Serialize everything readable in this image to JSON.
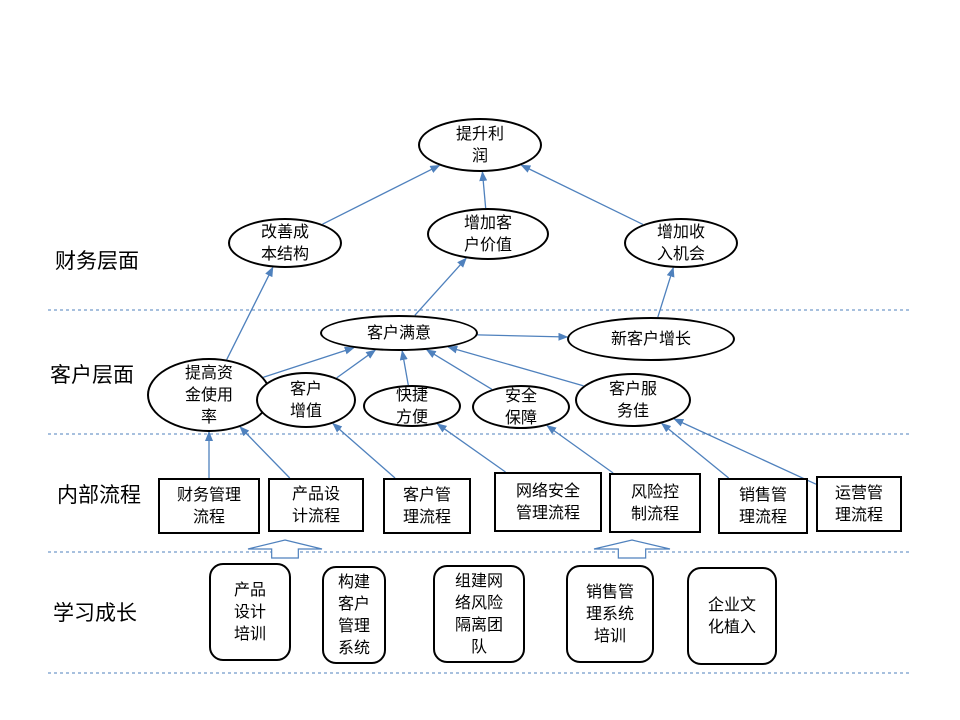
{
  "layers": [
    {
      "id": "financial",
      "label": "财务层面"
    },
    {
      "id": "customer",
      "label": "客户层面"
    },
    {
      "id": "internal",
      "label": "内部流程"
    },
    {
      "id": "learning",
      "label": "学习成长"
    }
  ],
  "nodes": {
    "profit": "提升利\n润",
    "cost": "改善成\n本结构",
    "cvalue": "增加客\n户价值",
    "income": "增加收\n入机会",
    "satisfaction": "客户满意",
    "newcust": "新客户增长",
    "capital": "提高资\n金使用\n率",
    "addvalue": "客户\n增值",
    "fast": "快捷\n方便",
    "safety": "安全\n保障",
    "service": "客户服\n务佳",
    "p_finance": "财务管理\n流程",
    "p_design": "产品设\n计流程",
    "p_customer": "客户管\n理流程",
    "p_netsec": "网络安全\n管理流程",
    "p_risk": "风险控\n制流程",
    "p_sales": "销售管\n理流程",
    "p_ops": "运营管\n理流程",
    "l_design": "产品\n设计\n培训",
    "l_crm": "构建\n客户\n管理\n系统",
    "l_risk": "组建网\n络风险\n隔离团\n队",
    "l_sales": "销售管\n理系统\n培训",
    "l_culture": "企业文\n化植入"
  },
  "edges": [
    {
      "from": "cost",
      "to": "profit"
    },
    {
      "from": "cvalue",
      "to": "profit"
    },
    {
      "from": "income",
      "to": "profit"
    },
    {
      "from": "capital",
      "to": "cost"
    },
    {
      "from": "satisfaction",
      "to": "cvalue"
    },
    {
      "from": "newcust",
      "to": "income"
    },
    {
      "from": "satisfaction",
      "to": "newcust"
    },
    {
      "from": "capital",
      "to": "satisfaction"
    },
    {
      "from": "addvalue",
      "to": "satisfaction"
    },
    {
      "from": "fast",
      "to": "satisfaction"
    },
    {
      "from": "safety",
      "to": "satisfaction"
    },
    {
      "from": "service",
      "to": "satisfaction"
    },
    {
      "from": "p_finance",
      "to": "capital"
    },
    {
      "from": "p_design",
      "to": "capital"
    },
    {
      "from": "p_customer",
      "to": "addvalue"
    },
    {
      "from": "p_netsec",
      "to": "fast"
    },
    {
      "from": "p_risk",
      "to": "safety"
    },
    {
      "from": "p_sales",
      "to": "service"
    },
    {
      "from": "p_ops",
      "to": "service"
    }
  ],
  "colors": {
    "arrow": "#4f81bd",
    "separator": "#4f81bd",
    "border": "#000000"
  }
}
